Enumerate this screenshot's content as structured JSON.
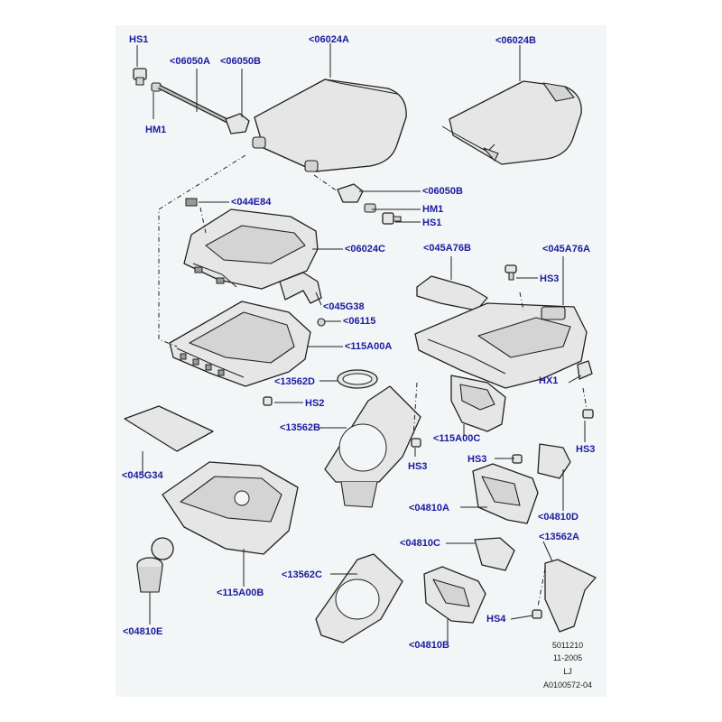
{
  "callouts": {
    "hs1_top": "HS1",
    "p06050A": "<06050A",
    "p06050B_top": "<06050B",
    "p06024A": "<06024A",
    "p06024B": "<06024B",
    "hm1_top": "HM1",
    "p06050B_mid": "<06050B",
    "hm1_mid": "HM1",
    "hs1_mid": "HS1",
    "p044E84": "<044E84",
    "p06024C": "<06024C",
    "p045A76B": "<045A76B",
    "p045A76A": "<045A76A",
    "hs3_a": "HS3",
    "p045G38": "<045G38",
    "p06115": "<06115",
    "p115A00A": "<115A00A",
    "hx1": "HX1",
    "p13562D": "<13562D",
    "hs2": "HS2",
    "p13562B": "<13562B",
    "p115A00C": "<115A00C",
    "hs3_b": "HS3",
    "hs3_c": "HS3",
    "hs3_d": "HS3",
    "p045G34": "<045G34",
    "p04810A": "<04810A",
    "p04810D": "<04810D",
    "p04810C": "<04810C",
    "p13562A": "<13562A",
    "p13562C": "<13562C",
    "p115A00B": "<115A00B",
    "hs4": "HS4",
    "p04810E": "<04810E",
    "p04810B": "<04810B"
  },
  "footer": {
    "line1": "5011210",
    "line2": "11-2005",
    "line3": "LJ",
    "line4": "A0100572-04"
  },
  "colors": {
    "callout": "#1a1aa0",
    "background": "#f3f6f6"
  }
}
